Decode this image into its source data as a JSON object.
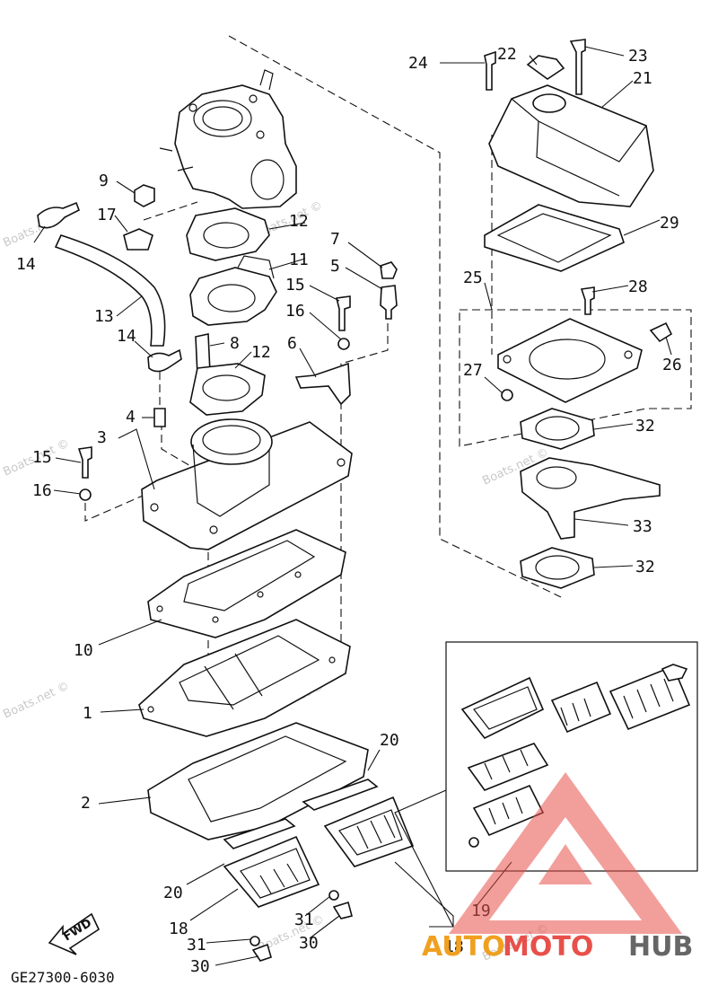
{
  "diagram_code": "GE27300-6030",
  "fwd_label": "FWD",
  "watermark": {
    "text": "Boats.net ©",
    "color": "#c9c9c9"
  },
  "logo": {
    "part_orange": "AUTO",
    "part_red": "MOTO",
    "part_gray": "HUB",
    "colors": {
      "orange": "#f0a020",
      "red": "#e8504a",
      "gray": "#666666"
    }
  },
  "callouts": [
    "1",
    "2",
    "3",
    "4",
    "5",
    "6",
    "7",
    "8",
    "9",
    "10",
    "11",
    "12",
    "12",
    "13",
    "14",
    "14",
    "15",
    "15",
    "16",
    "16",
    "17",
    "18",
    "18",
    "19",
    "20",
    "20",
    "21",
    "22",
    "23",
    "24",
    "25",
    "26",
    "27",
    "28",
    "29",
    "30",
    "30",
    "31",
    "31",
    "32",
    "32",
    "33"
  ]
}
